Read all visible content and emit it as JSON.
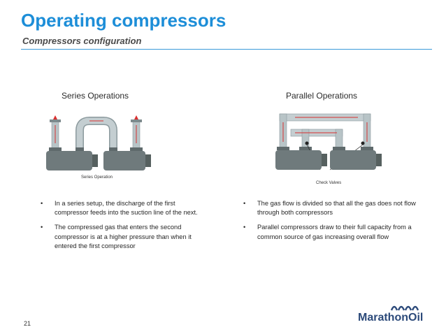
{
  "header": {
    "title": "Operating compressors",
    "subtitle": "Compressors configuration"
  },
  "left": {
    "heading": "Series Operations",
    "figure_caption": "Series Operation",
    "bullets": [
      "In a series setup, the discharge of the first compressor feeds into the suction line of the next.",
      "The compressed gas that enters the second compressor is at a higher pressure than when it entered the first compressor"
    ]
  },
  "right": {
    "heading": "Parallel Operations",
    "figure_caption": "Check Valves",
    "bullets": [
      "The gas flow is divided so that all the gas does not flow through both compressors",
      "Parallel compressors draw to their full capacity from a common source of gas increasing overall flow"
    ]
  },
  "footer": {
    "page_number": "21",
    "logo_text": "MarathonOil"
  },
  "colors": {
    "accent": "#1d8ed8",
    "pipe": "#b8c4c7",
    "compressor": "#6f7a7c",
    "flow_arrow": "#d93030",
    "logo": "#2c4a7a"
  },
  "icons": {
    "bullet": "•",
    "logo_mark": "wave-logo-icon"
  }
}
